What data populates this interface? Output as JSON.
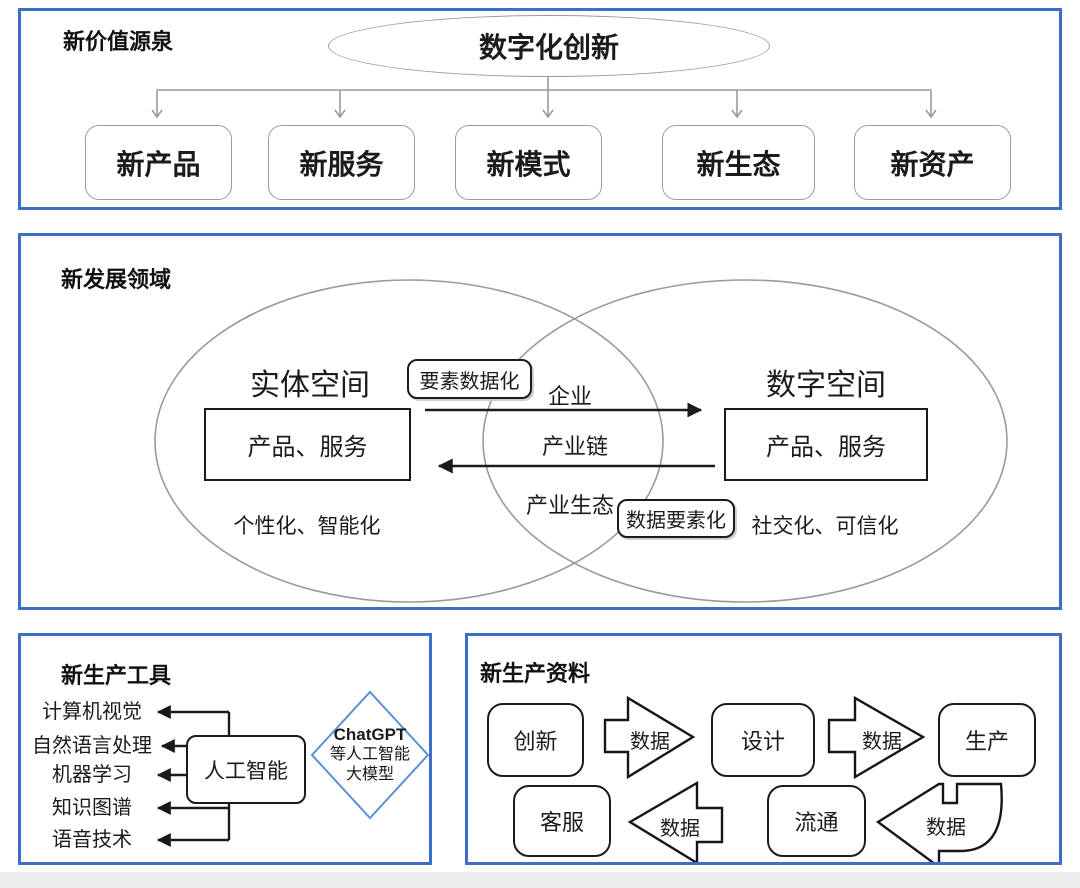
{
  "panel1": {
    "title": "新价值源泉",
    "ellipse_label": "数字化创新",
    "boxes": [
      "新产品",
      "新服务",
      "新模式",
      "新生态",
      "新资产"
    ]
  },
  "panel2": {
    "title": "新发展领域",
    "left_space_label": "实体空间",
    "right_space_label": "数字空间",
    "left_box": "产品、服务",
    "right_box": "产品、服务",
    "badge_top": "要素数据化",
    "badge_bottom": "数据要素化",
    "flow_labels": {
      "top": "企业",
      "middle": "产业链",
      "bottom": "产业生态"
    },
    "left_note": "个性化、智能化",
    "right_note": "社交化、可信化"
  },
  "panel3": {
    "title": "新生产工具",
    "ai_box": "人工智能",
    "items": [
      "计算机视觉",
      "自然语言处理",
      "机器学习",
      "知识图谱",
      "语音技术"
    ],
    "diamond": {
      "line1": "ChatGPT",
      "line2": "等人工智能",
      "line3": "大模型"
    }
  },
  "panel4": {
    "title": "新生产资料",
    "row1_boxes": [
      "创新",
      "设计",
      "生产"
    ],
    "row2_boxes": [
      "客服",
      "流通"
    ],
    "arrow_labels": [
      "数据",
      "数据",
      "数据",
      "数据"
    ]
  },
  "colors": {
    "panel_border": "#3D6FC9",
    "diagram_gray": "#9a9a9a",
    "diagram_black": "#1b1b1b",
    "diamond_border": "#5B8FD9"
  }
}
